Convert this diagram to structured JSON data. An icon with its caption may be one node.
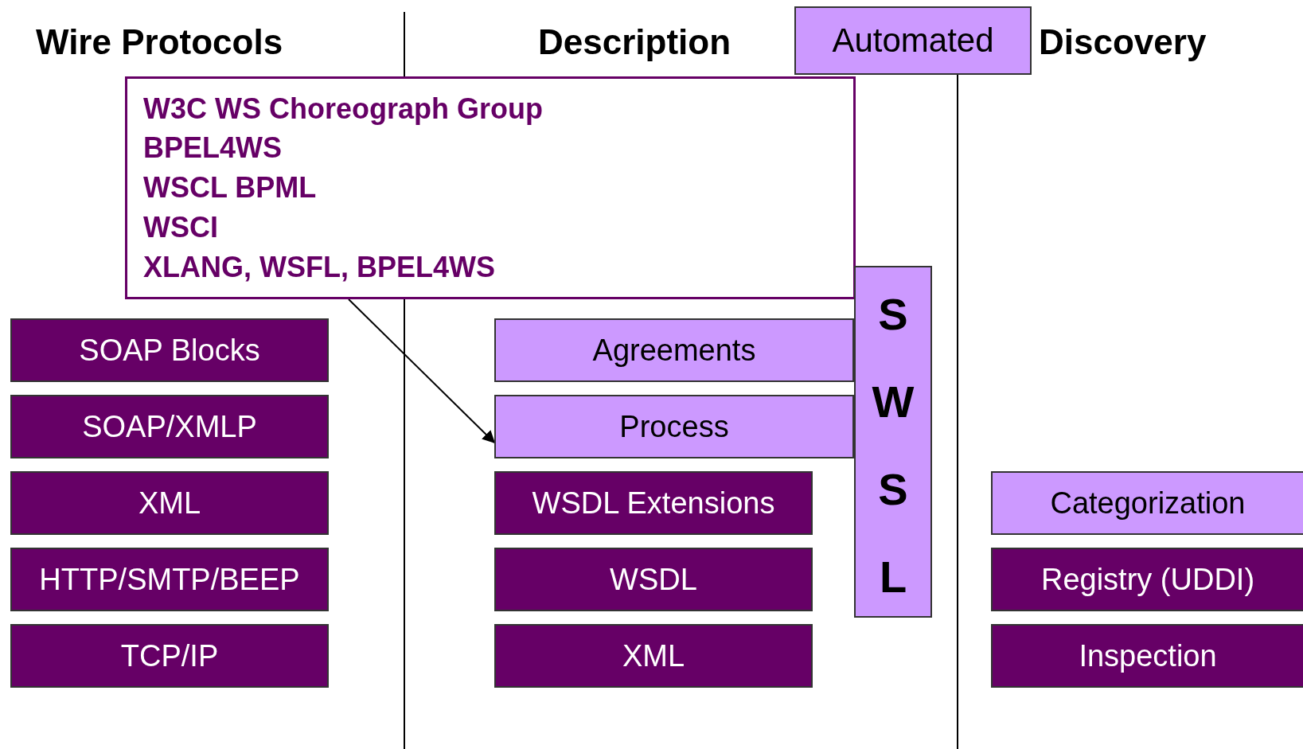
{
  "diagram": {
    "nodes": [
      {
        "text": [
          "Automated"
        ]
      },
      {
        "text": [
          "W3C WS Choreograph Group",
          "BPEL4WS",
          "WSCL BPML",
          "WSCI",
          "XLANG, WSFL, BPEL4WS"
        ]
      },
      {
        "text": [
          "SOAP Blocks"
        ]
      },
      {
        "text": [
          "SOAP/XMLP"
        ]
      },
      {
        "text": [
          "XML"
        ]
      },
      {
        "text": [
          "HTTP/SMTP/BEEP"
        ]
      },
      {
        "text": [
          "TCP/IP"
        ]
      },
      {
        "text": [
          "Agreements"
        ]
      },
      {
        "text": [
          "Process"
        ]
      },
      {
        "text": [
          "SWSL"
        ]
      },
      {
        "text": [
          "WSDL Extensions"
        ]
      },
      {
        "text": [
          "WSDL"
        ]
      },
      {
        "text": [
          "XML"
        ]
      },
      {
        "text": [
          "Categorization"
        ]
      },
      {
        "text": [
          "Registry (UDDI)"
        ]
      },
      {
        "text": [
          "Inspection"
        ]
      }
    ],
    "edges": [
      {
        "from": 1,
        "to": 8,
        "arrow": "to"
      }
    ],
    "labels": [
      "Wire Protocols",
      "Description",
      "Discovery"
    ]
  }
}
